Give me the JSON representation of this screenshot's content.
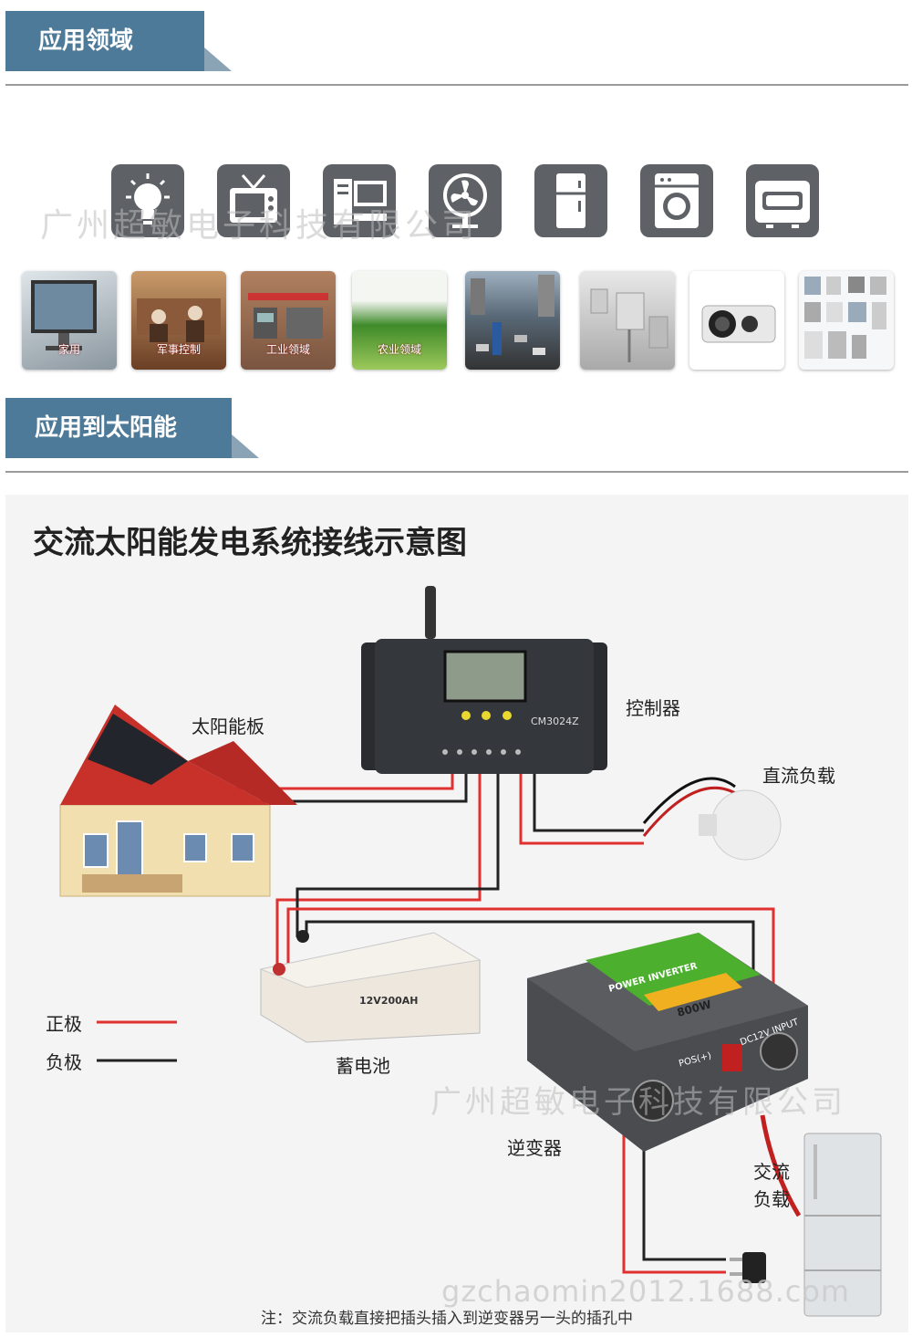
{
  "section1": {
    "title": "应用领域"
  },
  "section2": {
    "title": "应用到太阳能"
  },
  "watermark": {
    "top": "广州超敏电子科技有限公司",
    "middle": "广州超敏电子科技有限公司",
    "url": "gzchaomin2012.1688.com"
  },
  "icons": [
    "lightbulb-icon",
    "tv-icon",
    "computer-icon",
    "fan-icon",
    "refrigerator-icon",
    "washing-machine-icon",
    "microwave-icon"
  ],
  "photos": [
    {
      "name": "home",
      "label": "家用"
    },
    {
      "name": "military",
      "label": "军事控制"
    },
    {
      "name": "industry",
      "label": "工业领域"
    },
    {
      "name": "agriculture",
      "label": "农业领域"
    },
    {
      "name": "traffic",
      "label": ""
    },
    {
      "name": "electrical",
      "label": ""
    },
    {
      "name": "camera",
      "label": ""
    },
    {
      "name": "appliances",
      "label": ""
    }
  ],
  "diagram": {
    "title": "交流太阳能发电系统接线示意图",
    "labels": {
      "solar_panel": "太阳能板",
      "controller": "控制器",
      "controller_model": "CM3024Z",
      "dc_load": "直流负载",
      "positive": "正极",
      "negative": "负极",
      "battery": "蓄电池",
      "battery_model": "12V200AH",
      "inverter": "逆变器",
      "inverter_brand": "POWER INVERTER",
      "inverter_power": "800W",
      "inverter_input": "DC12V INPUT",
      "inverter_pos": "POS(+)",
      "ac_load_1": "交流",
      "ac_load_2": "负载"
    },
    "note": "注：交流负载直接把插头插入到逆变器另一头的插孔中"
  },
  "colors": {
    "header_bg": "#4d7a98",
    "icon_bg": "#5e6166",
    "positive_wire": "#e03030",
    "negative_wire": "#222222"
  }
}
